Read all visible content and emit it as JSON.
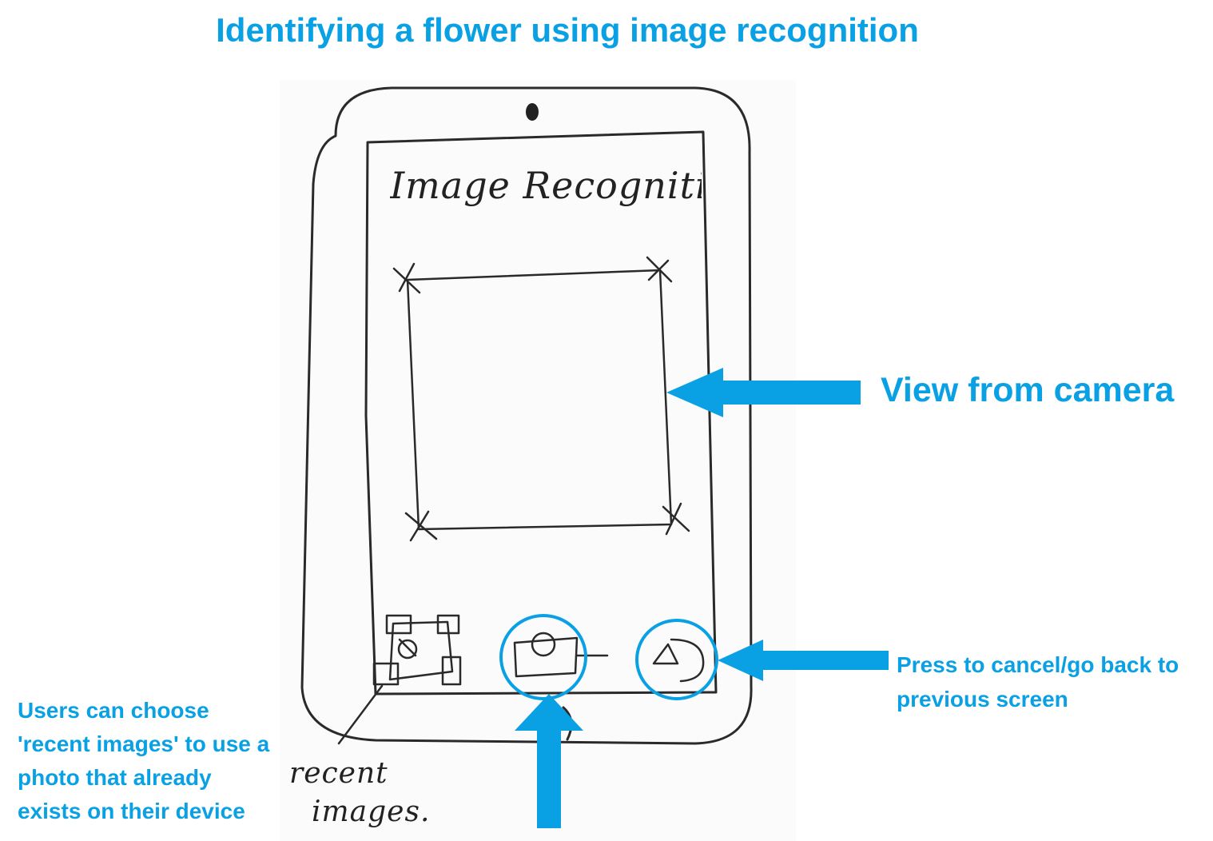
{
  "colors": {
    "accent": "#0aa1e4",
    "pencil": "#2a2a2a"
  },
  "title": "Identifying a flower using image recognition",
  "sketch": {
    "screen_title": "Image Recognition",
    "recent_label_line1": "recent",
    "recent_label_line2": "images."
  },
  "annotations": {
    "view_from_camera": "View from camera",
    "cancel_line1": "Press to cancel/go back to",
    "cancel_line2": "previous screen",
    "recent_line1": "Users can choose",
    "recent_line2": "'recent images' to use a",
    "recent_line3": "photo that already",
    "recent_line4": "exists on their device"
  },
  "icons": {
    "recent": "image-gallery-icon",
    "capture": "camera-icon",
    "back": "back-arrow-icon"
  }
}
